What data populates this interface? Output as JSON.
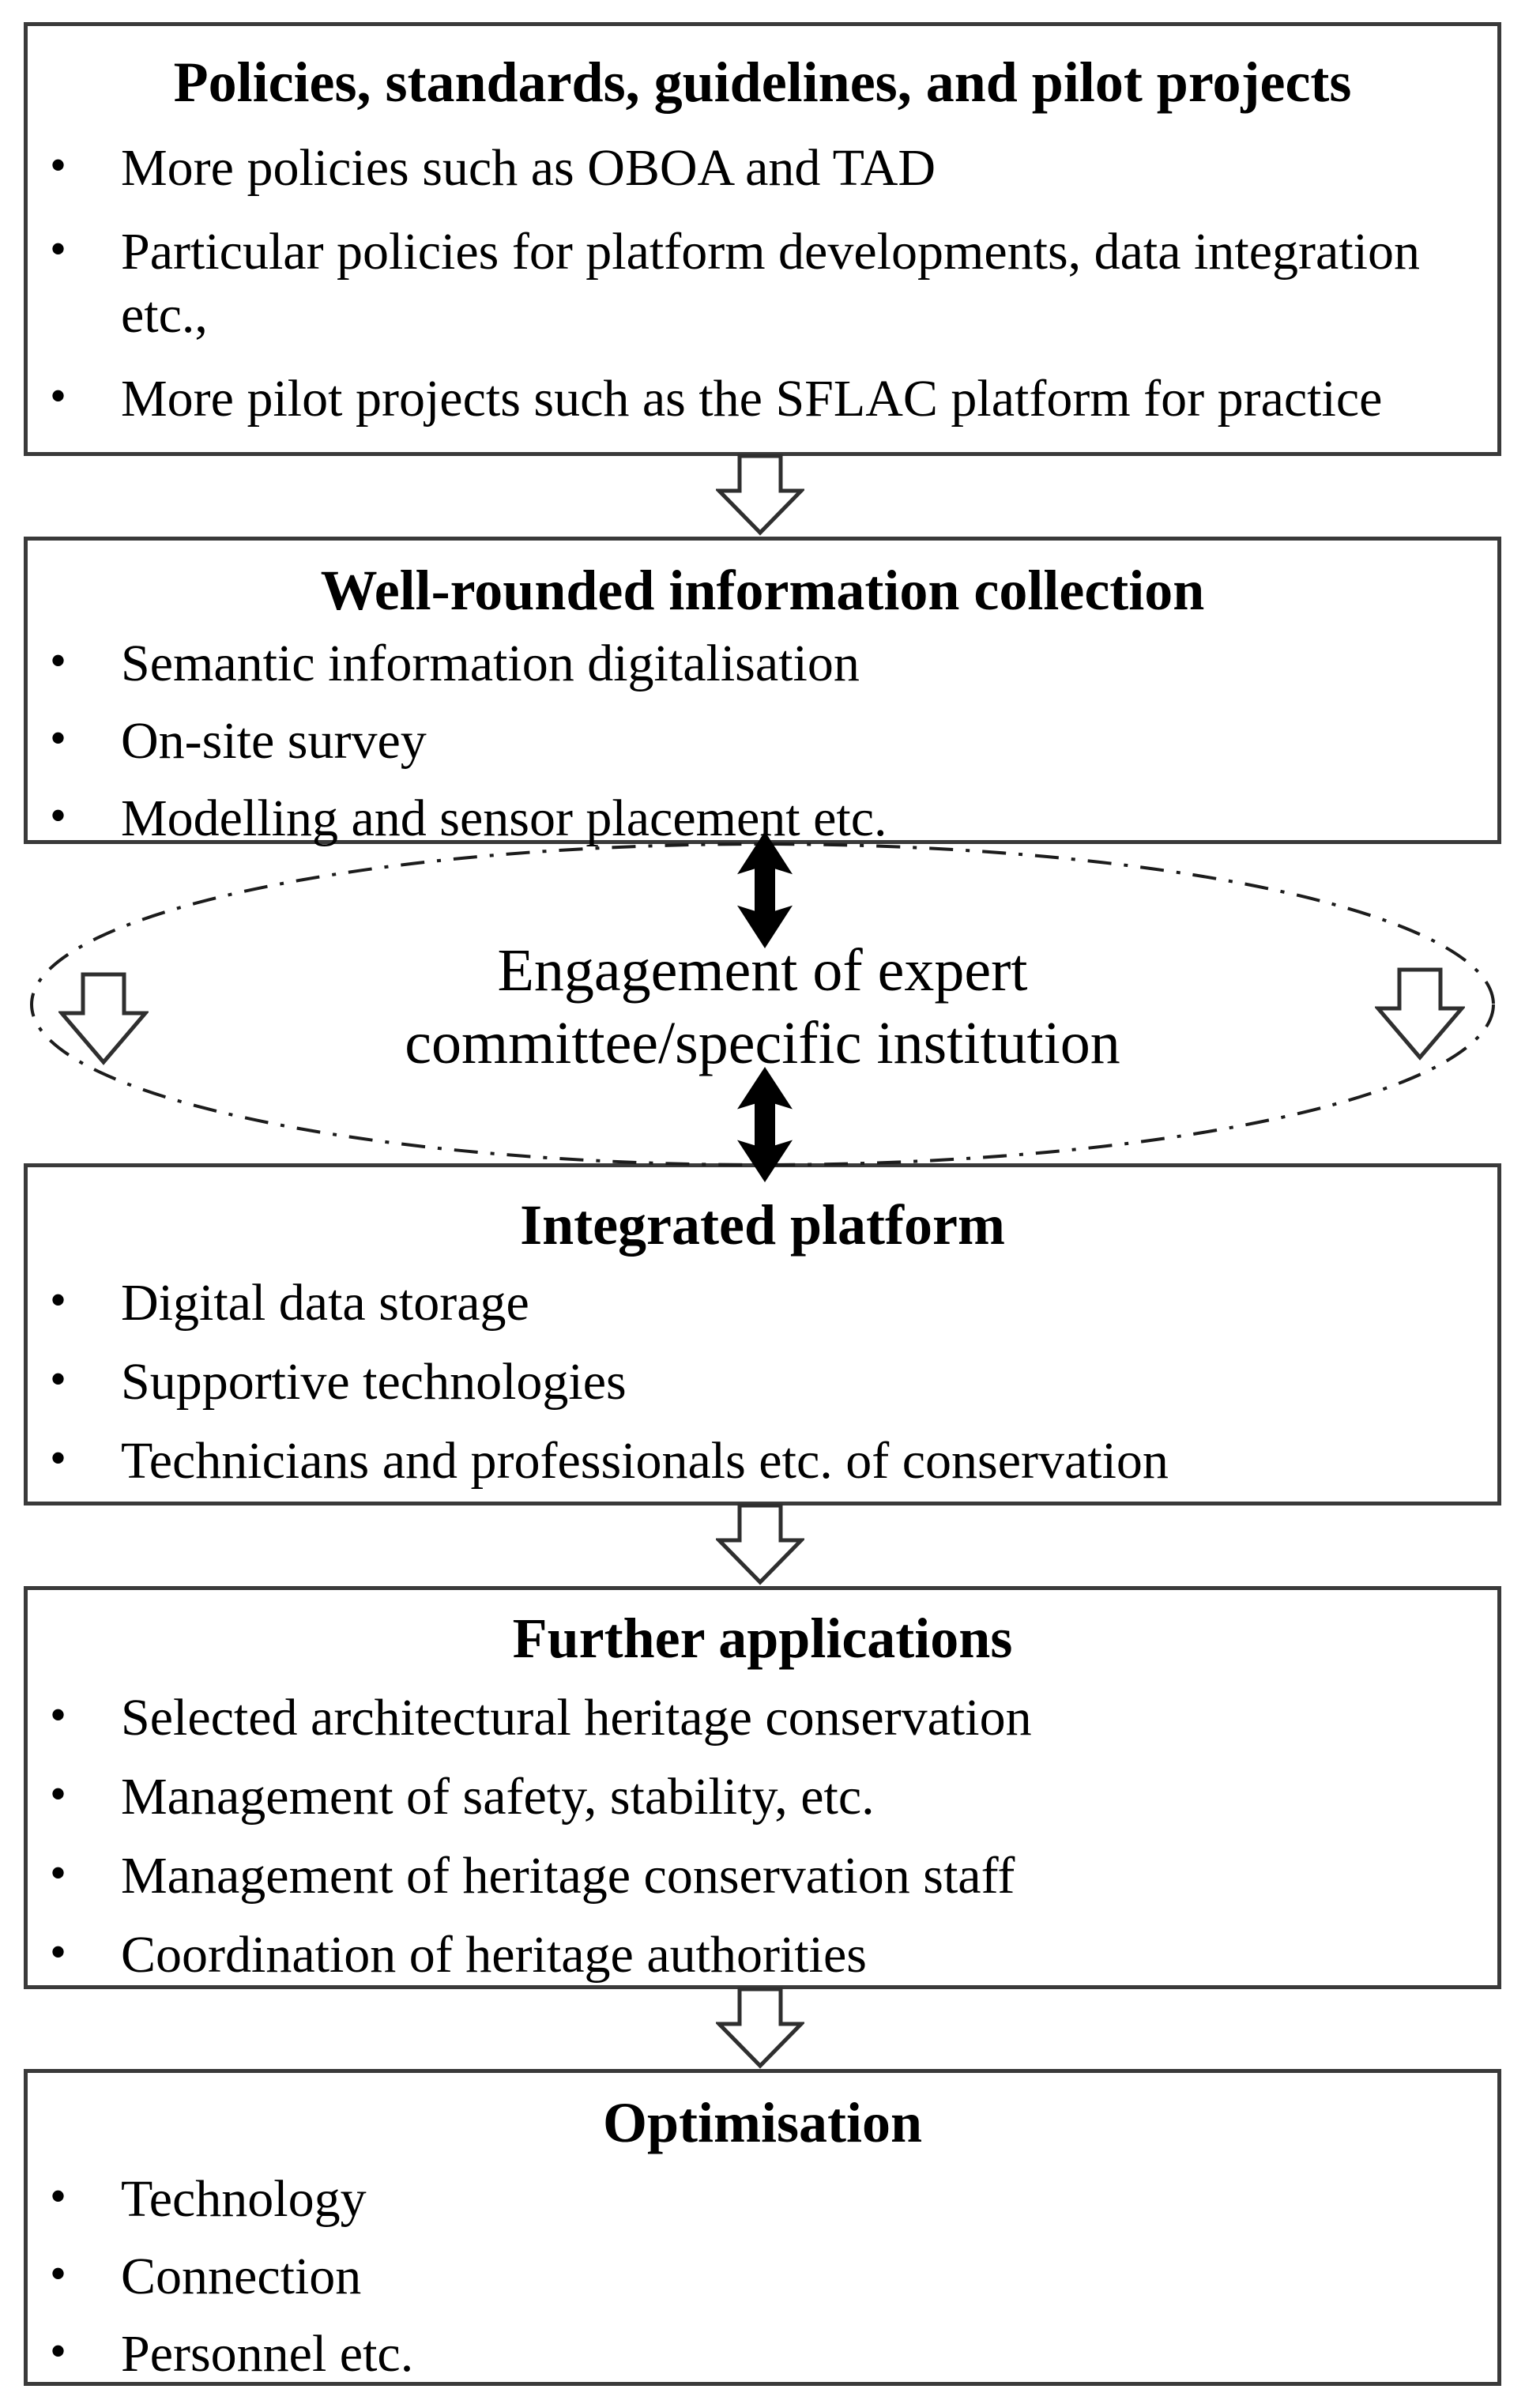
{
  "figure": {
    "boxes": [
      {
        "title": "Policies, standards, guidelines, and pilot projects",
        "bullets": [
          "More policies such as OBOA and TAD",
          "Particular policies for platform developments, data integration etc.,",
          "More pilot projects such as the SFLAC platform for practice"
        ]
      },
      {
        "title": "Well-rounded information collection",
        "bullets": [
          "Semantic information digitalisation",
          "On-site survey",
          "Modelling and sensor placement etc."
        ]
      },
      {
        "title": "Integrated platform",
        "bullets": [
          "Digital data storage",
          "Supportive technologies",
          "Technicians and professionals etc. of conservation"
        ]
      },
      {
        "title": "Further applications",
        "bullets": [
          "Selected architectural heritage conservation",
          "Management of safety, stability, etc.",
          "Management of heritage conservation staff",
          "Coordination of heritage authorities"
        ]
      },
      {
        "title": "Optimisation",
        "bullets": [
          "Technology",
          "Connection",
          "Personnel etc."
        ]
      }
    ],
    "ellipse": {
      "line1": "Engagement of expert",
      "line2": "committee/specific institution"
    },
    "colors": {
      "background": "#ffffff",
      "text": "#000000",
      "box_border": "#3a3a3a",
      "hollow_arrow_outline": "#2f2f2f",
      "hollow_arrow_fill": "#ffffff",
      "double_arrow": "#000000",
      "ellipse_stroke": "#1c1c1c"
    }
  }
}
